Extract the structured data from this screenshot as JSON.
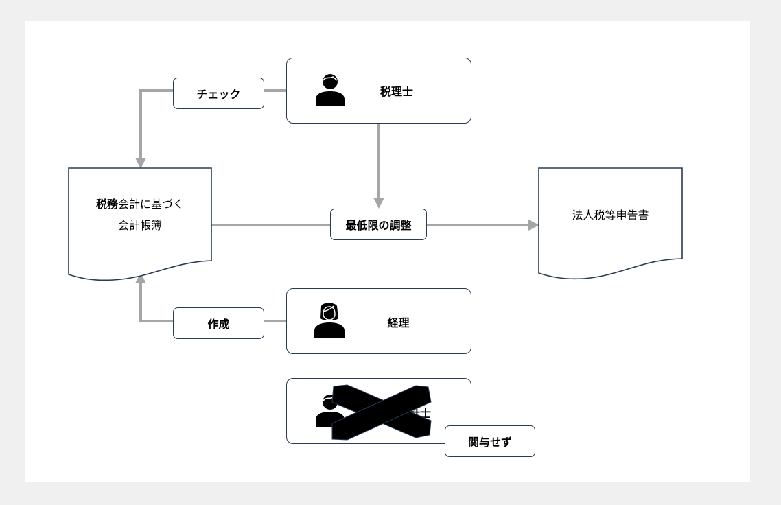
{
  "roles": {
    "tax_accountant": {
      "label": "税理士",
      "icon": "person-male-icon"
    },
    "accounting_staff": {
      "label": "経理",
      "icon": "person-female-icon"
    },
    "cpa_excluded": {
      "label_visible": "計士",
      "icon": "person-male-icon",
      "mark": "cross-icon"
    }
  },
  "actions": {
    "check": "チェック",
    "create": "作成",
    "adjust": "最低限の調整",
    "not_involved": "関与せず"
  },
  "documents": {
    "books": {
      "line1_bold": "税務",
      "line1_rest": "会計に基づく",
      "line2": "会計帳簿"
    },
    "tax_return": {
      "label": "法人税等申告書"
    }
  },
  "colors": {
    "border": "#2b3a55",
    "arrow": "#a6a6a6",
    "background": "#f0f0f0",
    "panel": "#ffffff"
  }
}
